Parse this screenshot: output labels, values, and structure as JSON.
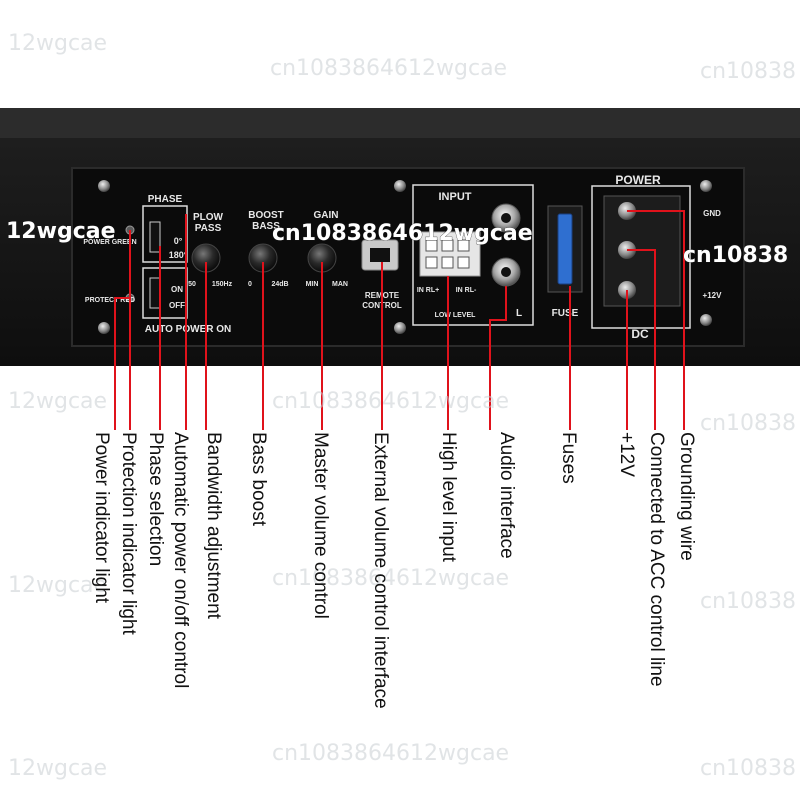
{
  "panel": {
    "phase": "PHASE",
    "phase_0": "0°",
    "phase_180": "180°",
    "power_green": "POWER GREEN",
    "protect_red": "PROTECT RED",
    "on": "ON",
    "off": "OFF",
    "auto_power_on": "AUTO POWER ON",
    "low_pass_1": "PLOW",
    "low_pass_2": "PASS",
    "lp_min": "50",
    "lp_max": "150Hz",
    "boost_1": "BOOST",
    "boost_2": "BASS",
    "boost_min": "0",
    "boost_max": "24dB",
    "gain": "GAIN",
    "gain_min": "MIN",
    "gain_max": "MAN",
    "remote_1": "REMOTE",
    "remote_2": "CONTROL",
    "input": "INPUT",
    "in_rl_plus": "IN RL+",
    "in_rl_minus": "IN RL-",
    "low_level": "LOW  LEVEL",
    "l": "L",
    "fuse": "FUSE",
    "power": "POWER",
    "gnd": "GND",
    "plus12v": "+12V",
    "dc": "DC"
  },
  "callouts": [
    "Power indicator light",
    "Protection indicator light",
    "Phase selection",
    "Automatic power on/off control",
    "Bandwidth adjustment",
    "Bass boost",
    "Master volume control",
    "External volume control interface",
    "High level input",
    "Audio interface",
    "Fuses",
    "+12V",
    "Connected to ACC control line",
    "Grounding wire"
  ],
  "watermarks": {
    "tag_a": "12wgcae",
    "tag_b": "cn1083864612wgcae",
    "tag_c": "cn10838"
  },
  "colors": {
    "leader_red": "#e0121b",
    "chassis": "#1a1a1a",
    "panel": "#0d0d0d",
    "fuse_blue": "#2f6fd0"
  }
}
